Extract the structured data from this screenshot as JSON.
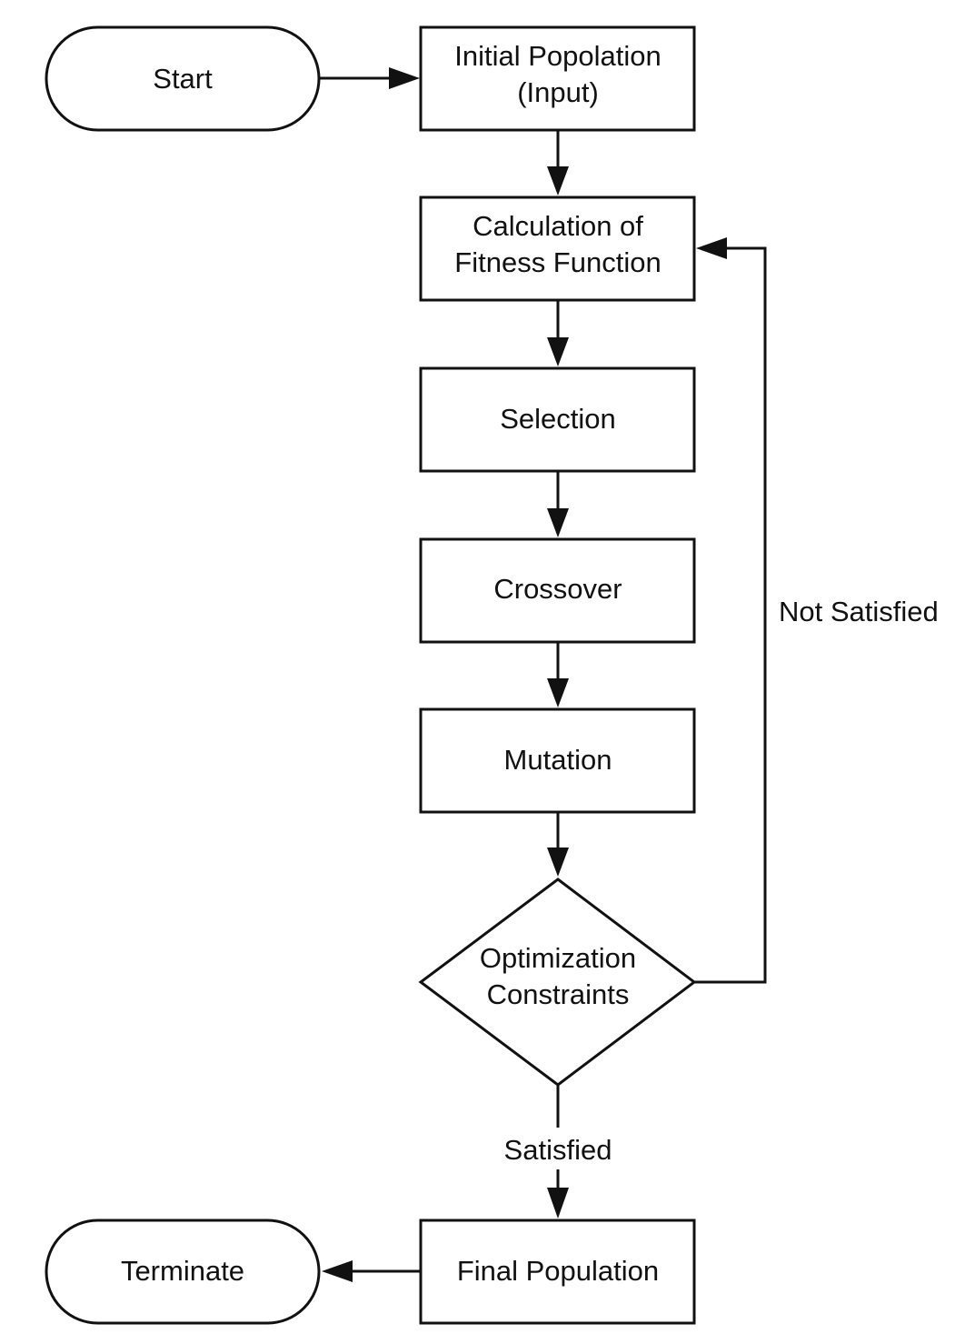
{
  "diagram": {
    "nodes": {
      "start": {
        "type": "terminator",
        "lines": [
          "Start"
        ]
      },
      "initial_population": {
        "type": "process",
        "lines": [
          "Initial Popolation",
          "(Input)"
        ]
      },
      "fitness": {
        "type": "process",
        "lines": [
          "Calculation of",
          "Fitness Function"
        ]
      },
      "selection": {
        "type": "process",
        "lines": [
          "Selection"
        ]
      },
      "crossover": {
        "type": "process",
        "lines": [
          "Crossover"
        ]
      },
      "mutation": {
        "type": "process",
        "lines": [
          "Mutation"
        ]
      },
      "constraints": {
        "type": "decision",
        "lines": [
          "Optimization",
          "Constraints"
        ]
      },
      "final_population": {
        "type": "process",
        "lines": [
          "Final Population"
        ]
      },
      "terminate": {
        "type": "terminator",
        "lines": [
          "Terminate"
        ]
      }
    },
    "edges": [
      {
        "from": "start",
        "to": "initial_population",
        "label": ""
      },
      {
        "from": "initial_population",
        "to": "fitness",
        "label": ""
      },
      {
        "from": "fitness",
        "to": "selection",
        "label": ""
      },
      {
        "from": "selection",
        "to": "crossover",
        "label": ""
      },
      {
        "from": "crossover",
        "to": "mutation",
        "label": ""
      },
      {
        "from": "mutation",
        "to": "constraints",
        "label": ""
      },
      {
        "from": "constraints",
        "to": "fitness",
        "label": "Not Satisfied"
      },
      {
        "from": "constraints",
        "to": "final_population",
        "label": "Satisfied"
      },
      {
        "from": "final_population",
        "to": "terminate",
        "label": ""
      }
    ]
  }
}
